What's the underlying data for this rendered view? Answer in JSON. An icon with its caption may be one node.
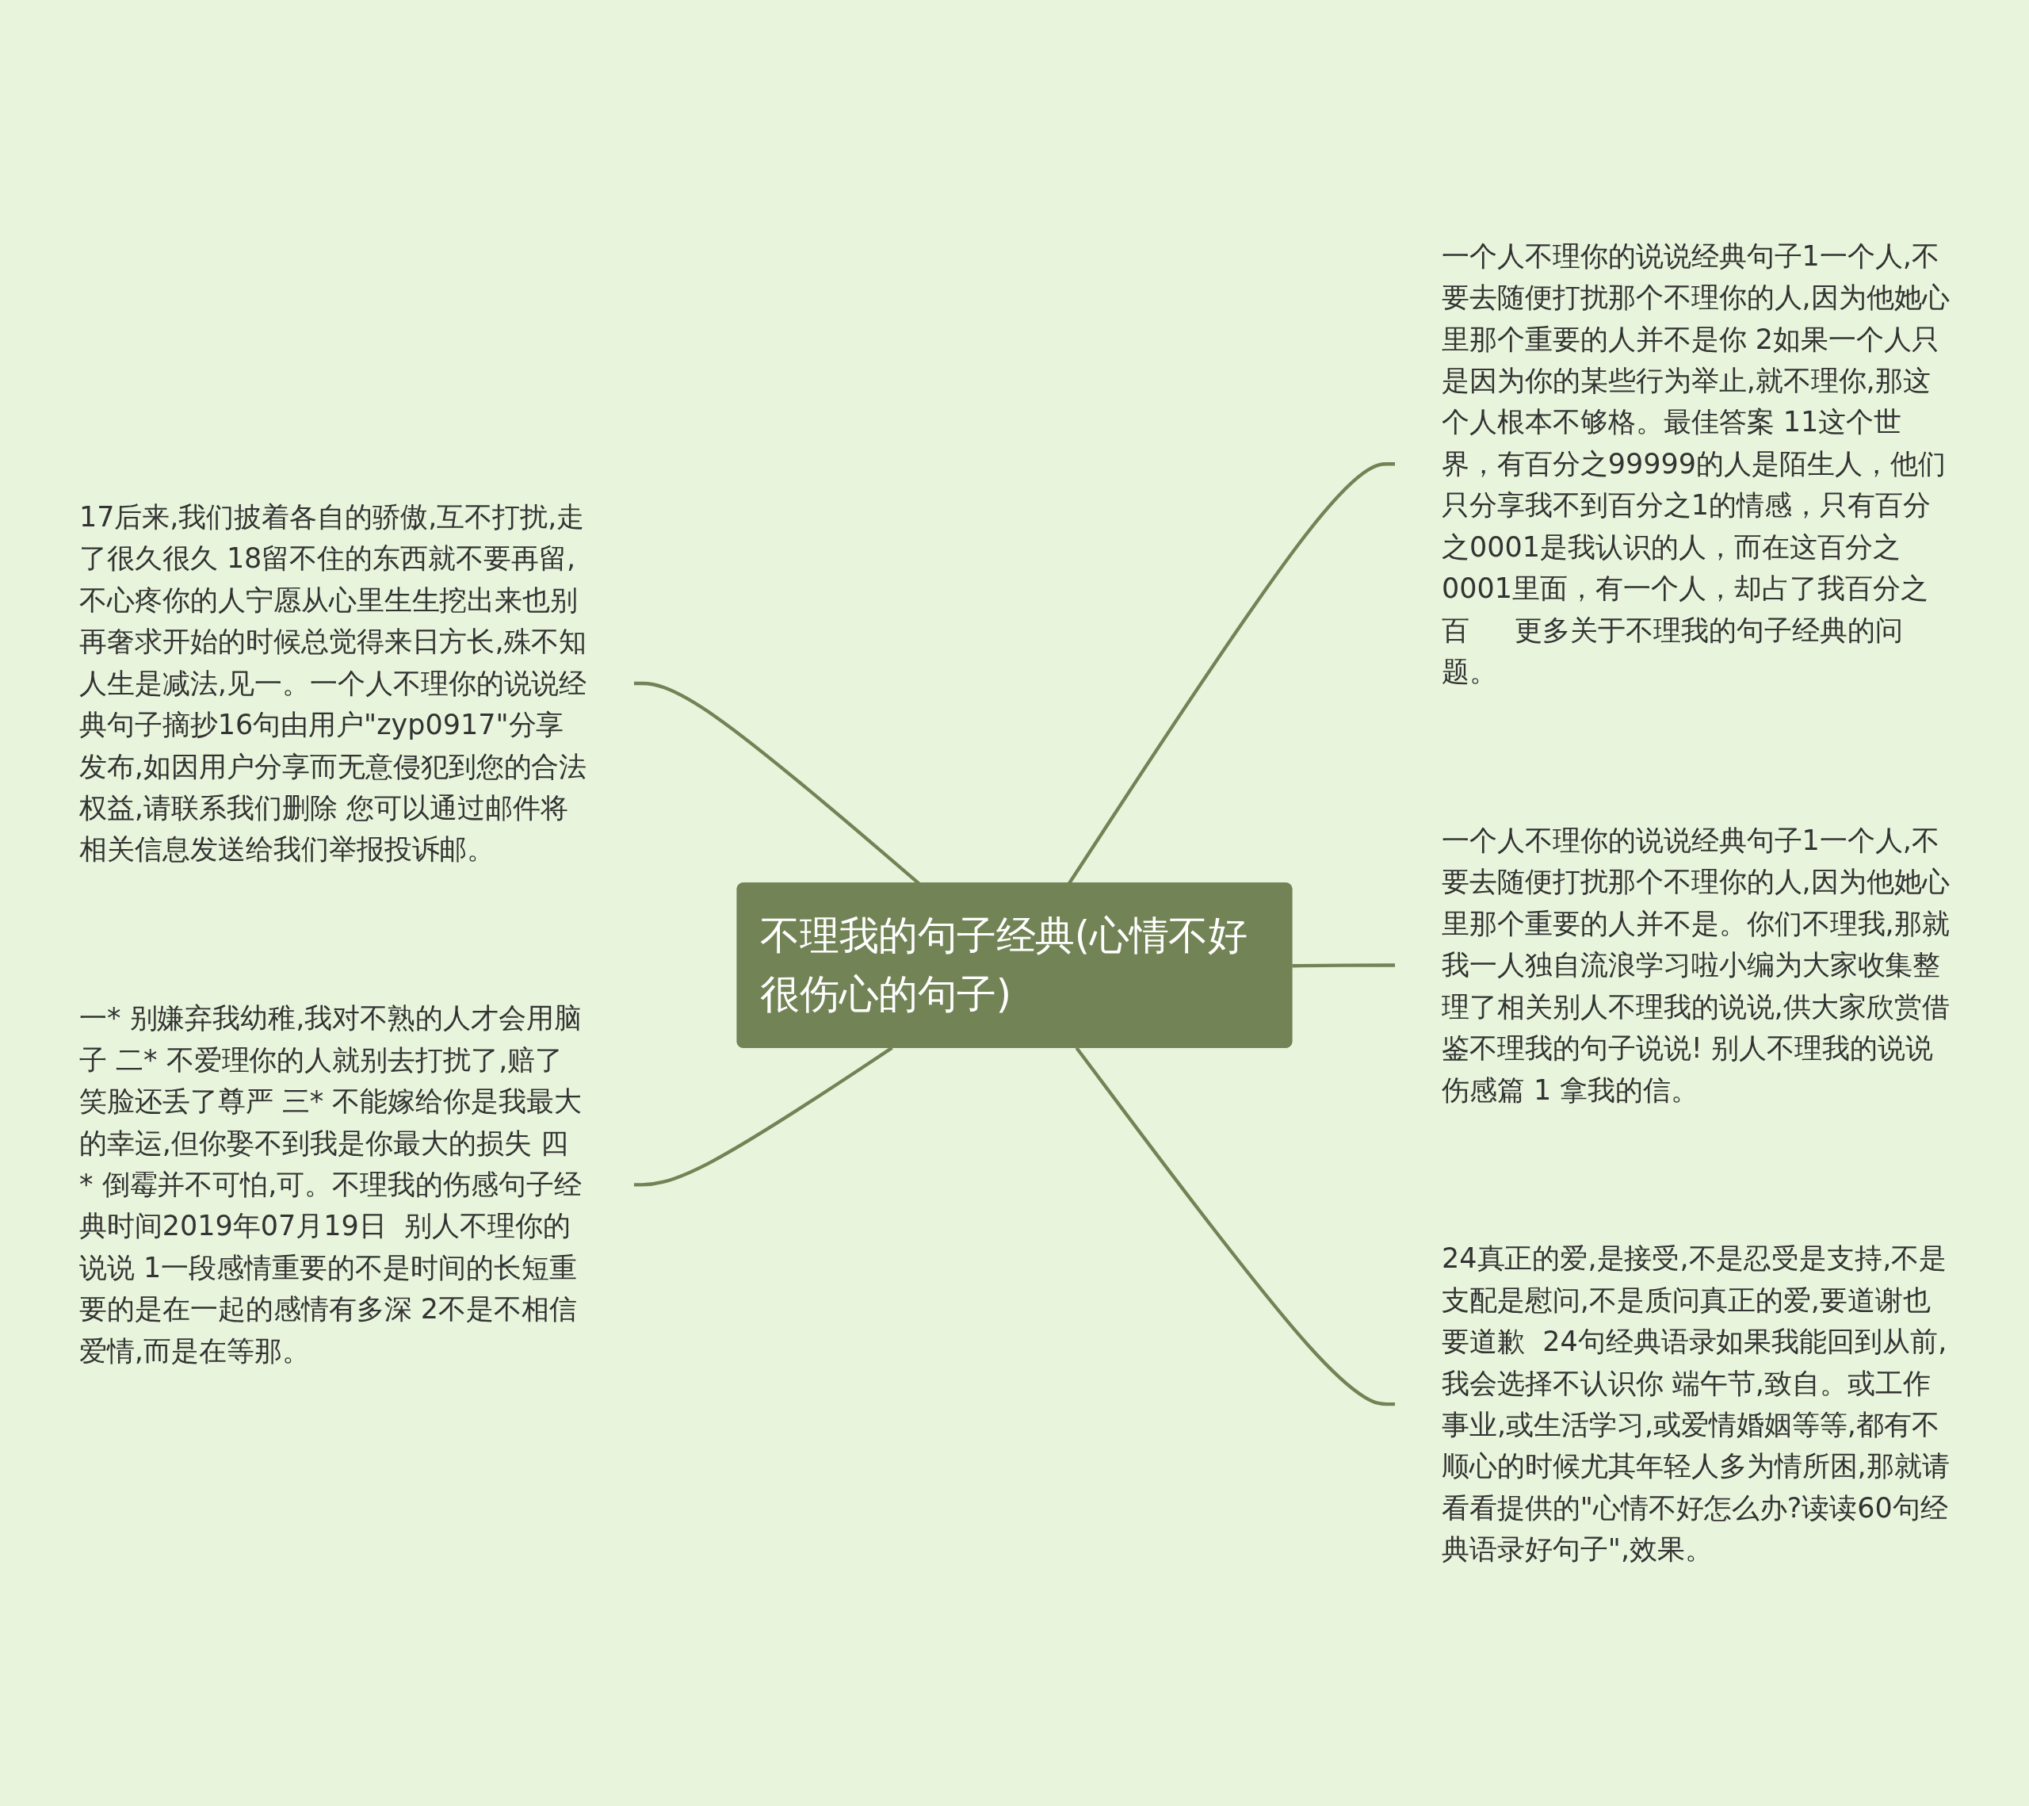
{
  "diagram": {
    "nodes": [
      {
        "text": [
          "不理我的句子经典(心情不好很伤心的句子)"
        ]
      },
      {
        "text": [
          "17后来,我们披着各自的骄傲,互不打扰,走了很久很久 18留不住的东西就不要再留,不心疼你的人宁愿从心里生生挖出来也别再奢求开始的时候总觉得来日方长,殊不知人生是减法,见一。一个人不理你的说说经典句子摘抄16句由用户\"zyp0917\"分享发布,如因用户分享而无意侵犯到您的合法权益,请联系我们删除 您可以通过邮件将相关信息发送给我们举报投诉邮。"
        ]
      },
      {
        "text": [
          "一* 别嫌弃我幼稚,我对不熟的人才会用脑子 二* 不爱理你的人就别去打扰了,赔了笑脸还丢了尊严 三* 不能嫁给你是我最大的幸运,但你娶不到我是你最大的损失 四* 倒霉并不可怕,可。不理我的伤感句子经典时间2019年07月19日  别人不理你的说说 1一段感情重要的不是时间的长短重要的是在一起的感情有多深 2不是不相信爱情,而是在等那。"
        ]
      },
      {
        "text": [
          "一个人不理你的说说经典句子1一个人,不要去随便打扰那个不理你的人,因为他她心里那个重要的人并不是你 2如果一个人只是因为你的某些行为举止,就不理你,那这个人根本不够格。最佳答案 11这个世界，有百分之99999的人是陌生人，他们只分享我不到百分之1的情感，只有百分之0001是我认识的人，而在这百分之0001里面，有一个人，却占了我百分之百 　 更多关于不理我的句子经典的问题。"
        ]
      },
      {
        "text": [
          "一个人不理你的说说经典句子1一个人,不要去随便打扰那个不理你的人,因为他她心里那个重要的人并不是。你们不理我,那就我一人独自流浪学习啦小编为大家收集整理了相关别人不理我的说说,供大家欣赏借鉴不理我的句子说说! 别人不理我的说说伤感篇 1 拿我的信。"
        ]
      },
      {
        "text": [
          "24真正的爱,是接受,不是忍受是支持,不是支配是慰问,不是质问真正的爱,要道谢也要道歉  24句经典语录如果我能回到从前,我会选择不认识你 端午节,致自。或工作事业,或生活学习,或爱情婚姻等等,都有不顺心的时候尤其年轻人多为情所困,那就请看看提供的\"心情不好怎么办?读读60句经典语录好句子\",效果。"
        ]
      }
    ],
    "edges": [
      {
        "from": 1,
        "to": 0,
        "arrow": "none"
      },
      {
        "from": 2,
        "to": 0,
        "arrow": "none"
      },
      {
        "from": 0,
        "to": 3,
        "arrow": "none"
      },
      {
        "from": 0,
        "to": 4,
        "arrow": "none"
      },
      {
        "from": 0,
        "to": 5,
        "arrow": "none"
      }
    ]
  }
}
